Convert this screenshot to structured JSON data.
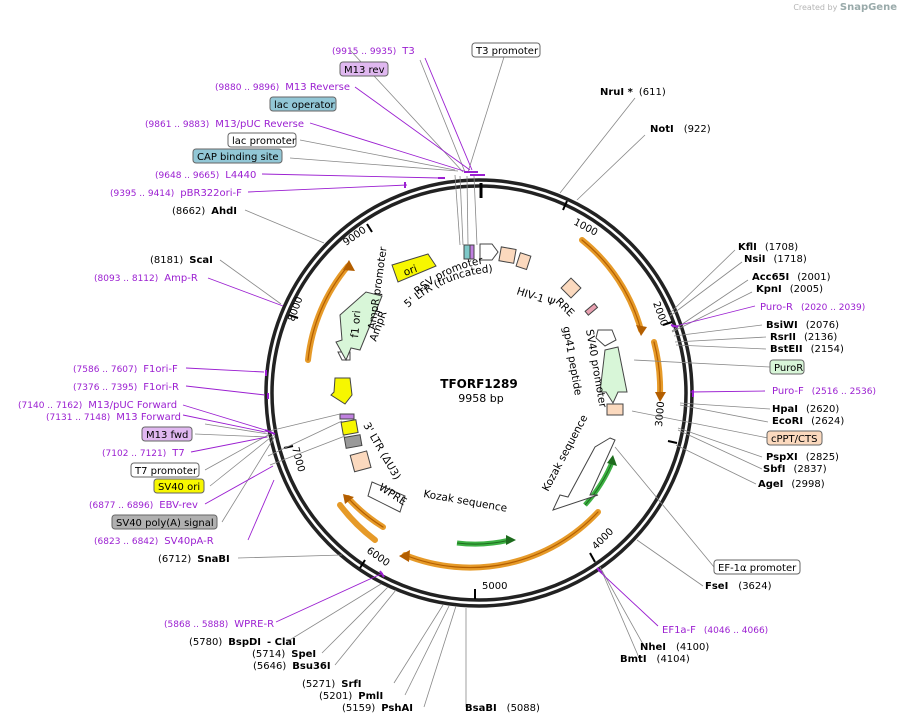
{
  "brand": {
    "created_by": "Created by",
    "name": "SnapGene"
  },
  "plasmid": {
    "name": "TFORF1289",
    "length_label": "9958 bp",
    "length": 9958
  },
  "ticks": [
    "1000",
    "2000",
    "3000",
    "4000",
    "5000",
    "6000",
    "7000",
    "8000",
    "9000"
  ],
  "sites": [
    {
      "id": "nrui",
      "name": "NruI *",
      "pos": "(611)",
      "bp": 611
    },
    {
      "id": "noti",
      "name": "NotI",
      "pos": "(922)",
      "bp": 922
    },
    {
      "id": "kfli",
      "name": "KflI",
      "pos": "(1708)",
      "bp": 1708
    },
    {
      "id": "nsii",
      "name": "NsiI",
      "pos": "(1718)",
      "bp": 1718
    },
    {
      "id": "acc65i",
      "name": "Acc65I",
      "pos": "(2001)",
      "bp": 2001
    },
    {
      "id": "kpni",
      "name": "KpnI",
      "pos": "(2005)",
      "bp": 2005
    },
    {
      "id": "bsiwi",
      "name": "BsiWI",
      "pos": "(2076)",
      "bp": 2076
    },
    {
      "id": "rsrii",
      "name": "RsrII",
      "pos": "(2136)",
      "bp": 2136
    },
    {
      "id": "bsteii",
      "name": "BstEII",
      "pos": "(2154)",
      "bp": 2154
    },
    {
      "id": "hpai",
      "name": "HpaI",
      "pos": "(2620)",
      "bp": 2620
    },
    {
      "id": "ecori",
      "name": "EcoRI",
      "pos": "(2624)",
      "bp": 2624
    },
    {
      "id": "pspxi",
      "name": "PspXI",
      "pos": "(2825)",
      "bp": 2825
    },
    {
      "id": "sbfi",
      "name": "SbfI",
      "pos": "(2837)",
      "bp": 2837
    },
    {
      "id": "agei",
      "name": "AgeI",
      "pos": "(2998)",
      "bp": 2998
    },
    {
      "id": "fsei",
      "name": "FseI",
      "pos": "(3624)",
      "bp": 3624
    },
    {
      "id": "nhei",
      "name": "NheI",
      "pos": "(4100)",
      "bp": 4100
    },
    {
      "id": "bmti",
      "name": "BmtI",
      "pos": "(4104)",
      "bp": 4104
    },
    {
      "id": "bsabi",
      "name": "BsaBI",
      "pos": "(5088)",
      "bp": 5088
    },
    {
      "id": "pshai",
      "name": "PshAI",
      "pos": "(5159)",
      "bp": 5159
    },
    {
      "id": "pmli",
      "name": "PmlI",
      "pos": "(5201)",
      "bp": 5201
    },
    {
      "id": "srfi",
      "name": "SrfI",
      "pos": "(5271)",
      "bp": 5271
    },
    {
      "id": "bsu36i",
      "name": "Bsu36I",
      "pos": "(5646)",
      "bp": 5646
    },
    {
      "id": "spei",
      "name": "SpeI",
      "pos": "(5714)",
      "bp": 5714
    },
    {
      "id": "bspdi",
      "name": "BspDI",
      "pos": "(5780)",
      "bp": 5780
    },
    {
      "id": "clai",
      "name": "- ClaI",
      "pos": "",
      "bp": 5780
    },
    {
      "id": "snabi",
      "name": "SnaBI",
      "pos": "(6712)",
      "bp": 6712
    },
    {
      "id": "scai",
      "name": "ScaI",
      "pos": "(8181)",
      "bp": 8181
    },
    {
      "id": "ahdi",
      "name": "AhdI",
      "pos": "(8662)",
      "bp": 8662
    }
  ],
  "primers": [
    {
      "id": "t3",
      "name": "T3",
      "range": "(9915 .. 9935)"
    },
    {
      "id": "m13rev-long",
      "name": "M13 Reverse",
      "range": "(9880 .. 9896)"
    },
    {
      "id": "m13puc-rev",
      "name": "M13/pUC Reverse",
      "range": "(9861 .. 9883)"
    },
    {
      "id": "l4440",
      "name": "L4440",
      "range": "(9648 .. 9665)"
    },
    {
      "id": "pbr322",
      "name": "pBR322ori-F",
      "range": "(9395 .. 9414)"
    },
    {
      "id": "amp-r",
      "name": "Amp-R",
      "range": "(8093 .. 8112)"
    },
    {
      "id": "f1ori-f",
      "name": "F1ori-F",
      "range": "(7586 .. 7607)"
    },
    {
      "id": "f1ori-r",
      "name": "F1ori-R",
      "range": "(7376 .. 7395)"
    },
    {
      "id": "m13puc-fwd",
      "name": "M13/pUC Forward",
      "range": "(7140 .. 7162)"
    },
    {
      "id": "m13-fwd-long",
      "name": "M13 Forward",
      "range": "(7131 .. 7148)"
    },
    {
      "id": "t7",
      "name": "T7",
      "range": "(7102 .. 7121)"
    },
    {
      "id": "ebv-rev",
      "name": "EBV-rev",
      "range": "(6877 .. 6896)"
    },
    {
      "id": "sv40pa-r",
      "name": "SV40pA-R",
      "range": "(6823 .. 6842)"
    },
    {
      "id": "wpre-r",
      "name": "WPRE-R",
      "range": "(5868 .. 5888)"
    },
    {
      "id": "puro-r",
      "name": "Puro-R",
      "range": "(2020 .. 2039)"
    },
    {
      "id": "puro-f",
      "name": "Puro-F",
      "range": "(2516 .. 2536)"
    },
    {
      "id": "ef1a-f",
      "name": "EF1a-F",
      "range": "(4046 .. 4066)"
    }
  ],
  "boxed_labels": [
    {
      "id": "t3-promoter",
      "name": "T3 promoter",
      "fill": "#ffffff"
    },
    {
      "id": "m13-rev",
      "name": "M13 rev",
      "fill": "#e0b8f0"
    },
    {
      "id": "lac-operator",
      "name": "lac operator",
      "fill": "#92c7d6"
    },
    {
      "id": "lac-promoter",
      "name": "lac promoter",
      "fill": "#ffffff"
    },
    {
      "id": "cap-site",
      "name": "CAP binding site",
      "fill": "#92c7d6"
    },
    {
      "id": "puror",
      "name": "PuroR",
      "fill": "#d8f6d8"
    },
    {
      "id": "cppt",
      "name": "cPPT/CTS",
      "fill": "#fbd9be"
    },
    {
      "id": "ef1a-promoter",
      "name": "EF-1α promoter",
      "fill": "#ffffff"
    },
    {
      "id": "m13-fwd",
      "name": "M13 fwd",
      "fill": "#e0b8f0"
    },
    {
      "id": "t7-promoter",
      "name": "T7 promoter",
      "fill": "#ffffff"
    },
    {
      "id": "sv40-ori",
      "name": "SV40 ori",
      "fill": "#f7f700"
    },
    {
      "id": "sv40-polya",
      "name": "SV40 poly(A) signal",
      "fill": "#b0b0b0"
    }
  ],
  "features": [
    {
      "id": "rsv-promoter",
      "name": "RSV promoter"
    },
    {
      "id": "ltr5",
      "name": "5' LTR (truncated)"
    },
    {
      "id": "hiv-psi",
      "name": "HIV-1 Ψ"
    },
    {
      "id": "rre",
      "name": "RRE"
    },
    {
      "id": "gp41",
      "name": "gp41 peptide"
    },
    {
      "id": "sv40-promoter",
      "name": "SV40 promoter"
    },
    {
      "id": "kozak1",
      "name": "Kozak sequence"
    },
    {
      "id": "kozak2",
      "name": "Kozak sequence"
    },
    {
      "id": "wpre",
      "name": "WPRE"
    },
    {
      "id": "ltr3",
      "name": "3' LTR (ΔU3)"
    },
    {
      "id": "f1ori",
      "name": "f1 ori"
    },
    {
      "id": "ampr-promoter",
      "name": "AmpR promoter"
    },
    {
      "id": "ampr",
      "name": "AmpR"
    },
    {
      "id": "ori",
      "name": "ori"
    }
  ],
  "colors": {
    "primer": "#9b1fd1",
    "site": "#000000",
    "line": "#888888",
    "orange": "#e69a28",
    "green": "#3cb043",
    "yellow": "#ffff00"
  }
}
